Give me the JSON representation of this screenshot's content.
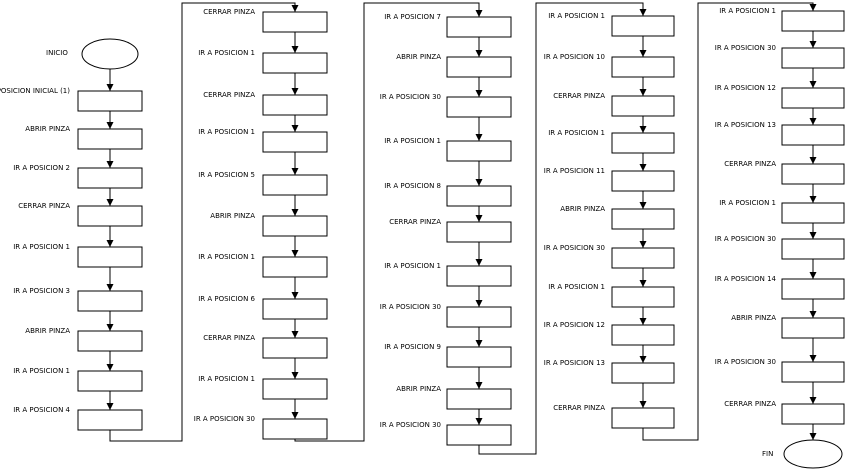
{
  "columns": [
    {
      "steps": [
        "POSICION INICIAL (1)",
        "ABRIR PINZA",
        "IR A POSICION 2",
        "CERRAR PINZA",
        "IR A POSICION 1",
        "IR A POSICION 3",
        "ABRIR PINZA",
        "IR A POSICION 1",
        "IR A POSICION 4"
      ]
    },
    {
      "steps": [
        "CERRAR PINZA",
        "IR A POSICION 1",
        "CERRAR PINZA",
        "IR A POSICION 1",
        "IR A POSICION 5",
        "ABRIR PINZA",
        "IR A POSICION 1",
        "IR A POSICION 6",
        "CERRAR PINZA",
        "IR A POSICION 1",
        "IR A POSICION 30"
      ]
    },
    {
      "steps": [
        "IR A POSICION 7",
        "ABRIR PINZA",
        "IR A POSICION 30",
        "IR A POSICION 1",
        "IR A POSICION 8",
        "CERRAR PINZA",
        "IR A POSICION 1",
        "IR A POSICION 30",
        "IR A POSICION 9",
        "ABRIR PINZA",
        "IR A POSICION 30"
      ]
    },
    {
      "steps": [
        "IR A POSICION 1",
        "IR A POSICION 10",
        "CERRAR PINZA",
        "IR A POSICION 1",
        "IR A POSICION 11",
        "ABRIR PINZA",
        "IR A POSICION 30",
        "IR A POSICION 1",
        "IR A POSICION 12",
        "IR A POSICION 13",
        "CERRAR PINZA"
      ]
    },
    {
      "steps": [
        "IR A POSICION 1",
        "IR A POSICION 30",
        "IR A POSICION 12",
        "IR A POSICION 13",
        "CERRAR PINZA",
        "IR A POSICION 1",
        "IR A POSICION 30",
        "IR A POSICION 14",
        "ABRIR PINZA",
        "IR A POSICION 30",
        "CERRAR PINZA"
      ]
    }
  ],
  "start_label": "INICIO",
  "end_label": "FIN"
}
